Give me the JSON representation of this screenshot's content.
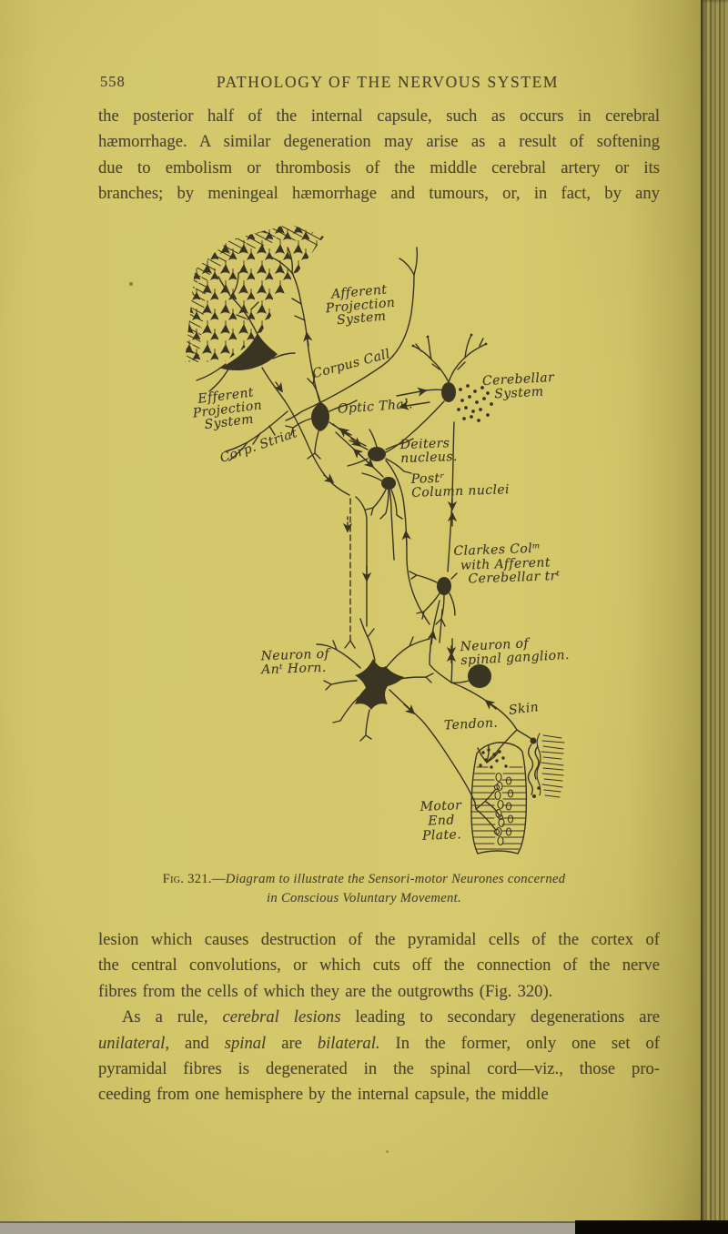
{
  "colors": {
    "paper": "#d5c86c",
    "ink": "#4b4430",
    "figure_ink": "#3a3422",
    "fore_edge": "#948a49",
    "strip_grey": "#a8a195",
    "strip_black": "#0b0a07"
  },
  "header": {
    "page_number": "558",
    "title": "PATHOLOGY OF THE NERVOUS SYSTEM"
  },
  "body_top": {
    "lines": [
      "the posterior half of the internal capsule, such as occurs in cerebral",
      "hæmorrhage.  A similar degeneration may arise as a result of softening",
      "due to embolism or thrombosis of the middle cerebral artery or its",
      "branches; by meningeal hæmorrhage and tumours, or, in fact, by any"
    ]
  },
  "figure": {
    "labels": {
      "afferent": [
        "Afferent",
        "Projection",
        "System"
      ],
      "corpus_call": "Corpus Call.",
      "efferent": [
        "Efferent",
        "Projection",
        "System"
      ],
      "corp_striat": "Corp. Striat",
      "optic_thal": "Optic Thal.",
      "cerebellar": [
        "Cerebellar",
        "System"
      ],
      "deiters": [
        "Deiters",
        "nucleus."
      ],
      "post_column": [
        "Postʳ",
        "Column nuclei"
      ],
      "clarkes": [
        "Clarkes Colᵐ",
        "with Afferent",
        "Cerebellar trᵗ"
      ],
      "ant_horn": [
        "Neuron of",
        "Anᵗ Horn."
      ],
      "spinal_ganglion": [
        "Neuron of",
        "spinal ganglion."
      ],
      "skin": "Skin",
      "tendon": "Tendon.",
      "motor_end_plate": [
        "Motor",
        "End",
        "Plate."
      ]
    },
    "caption": {
      "prefix": "Fig. 321.—",
      "line1": "Diagram to illustrate the Sensori-motor Neurones concerned",
      "line2": "in Conscious Voluntary Movement."
    }
  },
  "body_bottom": {
    "para1": [
      "lesion which causes destruction of the pyramidal cells of the cortex of",
      "the central convolutions, or which cuts off the connection of the nerve",
      "fibres from the cells of which they are the outgrowths (Fig. 320)."
    ],
    "para2": {
      "l1": {
        "a": "As a rule, ",
        "b": "cerebral lesions",
        "c": " leading to secondary degenerations are"
      },
      "l2": {
        "a": "unilateral,",
        "b": " and ",
        "c": "spinal",
        "d": " are ",
        "e": "bilateral.",
        "f": " In the former, only one set of"
      },
      "l3": "pyramidal fibres is degenerated in the spinal cord—viz., those pro-",
      "l4": "ceeding from one hemisphere by the internal capsule, the middle"
    }
  }
}
